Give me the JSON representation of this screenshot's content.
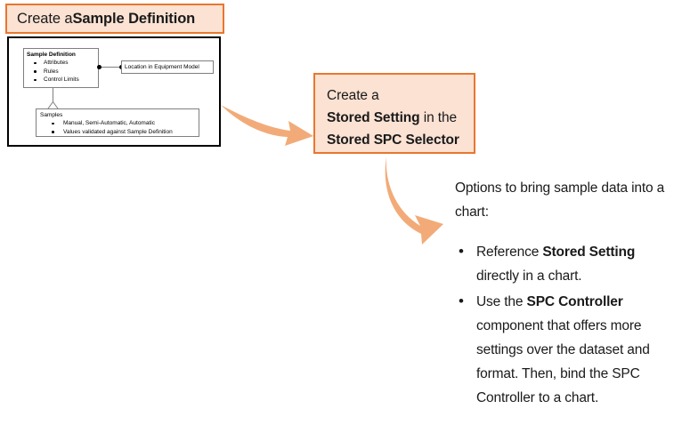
{
  "colors": {
    "accent": "#e8772e",
    "callout_fill": "#fbe2d3",
    "arrow": "#f2ab78",
    "uml_stroke": "#7f7f7f",
    "frame_stroke": "#000000"
  },
  "step1": {
    "title_prefix": "Create a ",
    "title_bold": "Sample Definition",
    "diagram": {
      "sample_definition": {
        "title": "Sample Definition",
        "items": [
          "Attributes",
          "Rules",
          "Control Limits"
        ]
      },
      "location": {
        "label": "Location in Equipment Model"
      },
      "samples": {
        "title": "Samples",
        "items": [
          "Manual, Semi-Automatic, Automatic",
          "Values validated against Sample Definition"
        ]
      }
    }
  },
  "step2": {
    "line1": "Create a",
    "line2_bold": "Stored Setting",
    "line2_rest": " in the",
    "line3_bold": "Stored SPC Selector"
  },
  "step3": {
    "intro": "Options to bring sample data into a chart:",
    "bullets": [
      {
        "pre": "Reference ",
        "bold": "Stored Setting",
        "post": " directly in a chart."
      },
      {
        "pre": "Use the ",
        "bold": "SPC Controller",
        "post": " component that offers more settings over the dataset and format. Then, bind the SPC Controller to a chart."
      }
    ]
  },
  "arrows": {
    "arrow1_name": "curved-arrow-step1-to-step2",
    "arrow2_name": "curved-arrow-step2-to-step3"
  }
}
